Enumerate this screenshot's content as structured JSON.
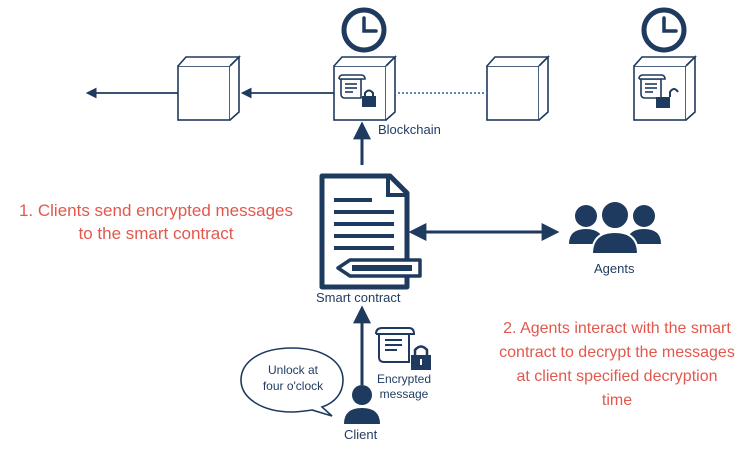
{
  "labels": {
    "blockchain": "Blockchain",
    "smart_contract": "Smart contract",
    "agents": "Agents",
    "encrypted_message_line1": "Encrypted",
    "encrypted_message_line2": "message",
    "client": "Client",
    "speech_line1": "Unlock at",
    "speech_line2": "four o'clock"
  },
  "steps": {
    "step1_line1": "1. Clients send encrypted messages",
    "step1_line2": "to the smart contract",
    "step2_line1": "2. Agents interact with the smart",
    "step2_line2": "contract to decrypt the messages",
    "step2_line3": "at client specified decryption",
    "step2_line4": "time"
  },
  "colors": {
    "navy": "#1f3a5f",
    "red": "#e2584d",
    "dotted_link": "#4a78a8"
  }
}
